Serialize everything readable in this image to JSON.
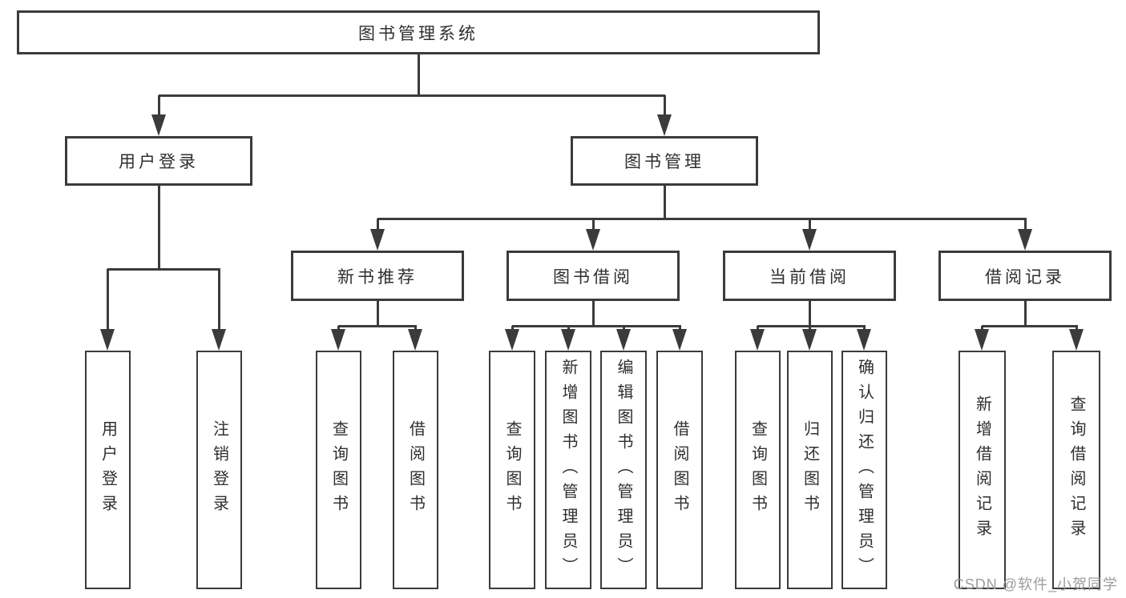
{
  "diagram": {
    "root": "图书管理系统",
    "level2": {
      "user_login": "用户登录",
      "book_management": "图书管理"
    },
    "level3": {
      "new_book_recommend": "新书推荐",
      "book_borrow": "图书借阅",
      "current_borrow": "当前借阅",
      "borrow_records": "借阅记录"
    },
    "leaves": {
      "user_login": [
        "用户登录",
        "注销登录"
      ],
      "new_book_recommend": [
        "查询图书",
        "借阅图书"
      ],
      "book_borrow": [
        "查询图书",
        "新增图书（管理员）",
        "编辑图书（管理员）",
        "借阅图书"
      ],
      "current_borrow": [
        "查询图书",
        "归还图书",
        "确认归还（管理员）"
      ],
      "borrow_records": [
        "新增借阅记录",
        "查询借阅记录"
      ]
    }
  },
  "watermark": "CSDN @软件_小贺同学",
  "colors": {
    "line": "#3b3b3b",
    "text": "#2f2f2f",
    "watermark": "#9c9c9c",
    "background": "#ffffff"
  }
}
